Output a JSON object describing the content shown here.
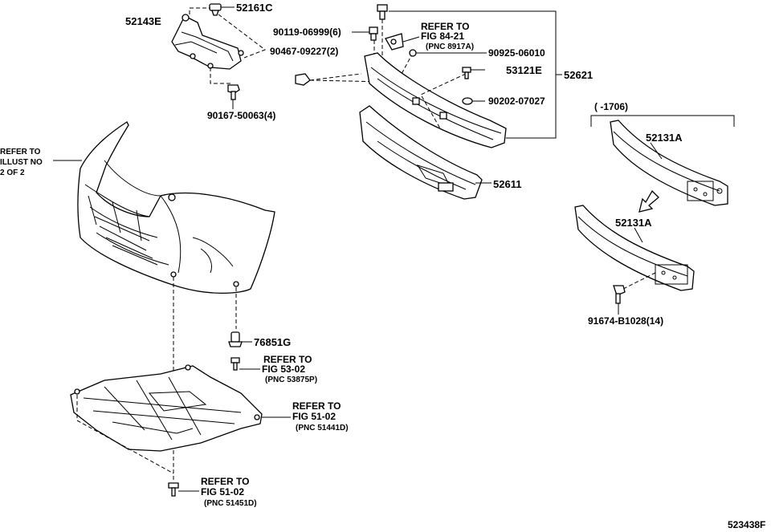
{
  "parts": {
    "p52161C": "52161C",
    "p52143E": "52143E",
    "p90119": "90119-06999(6)",
    "p90467": "90467-09227(2)",
    "p90167": "90167-50063(4)",
    "p90925": "90925-06010",
    "p53121E": "53121E",
    "p52621": "52621",
    "p90202": "90202-07027",
    "p52611": "52611",
    "p52131A_top": "52131A",
    "p52131A_bottom": "52131A",
    "p91674": "91674-B1028(14)",
    "p76851G": "76851G"
  },
  "refs": {
    "fig84": {
      "line1": "REFER TO",
      "line2": "FIG 84-21",
      "line3": "(PNC 8917A)"
    },
    "illust": {
      "line1": "REFER TO",
      "line2": "ILLUST NO",
      "line3": "2 OF 2"
    },
    "fig53": {
      "line1": "REFER TO",
      "line2": "FIG 53-02",
      "line3": "(PNC 53875P)"
    },
    "fig51a": {
      "line1": "REFER TO",
      "line2": "FIG 51-02",
      "line3": "(PNC 51441D)"
    },
    "fig51b": {
      "line1": "REFER TO",
      "line2": "FIG 51-02",
      "line3": "(PNC 51451D)"
    }
  },
  "date_range": "(   -1706)",
  "diagram_id": "523438F"
}
